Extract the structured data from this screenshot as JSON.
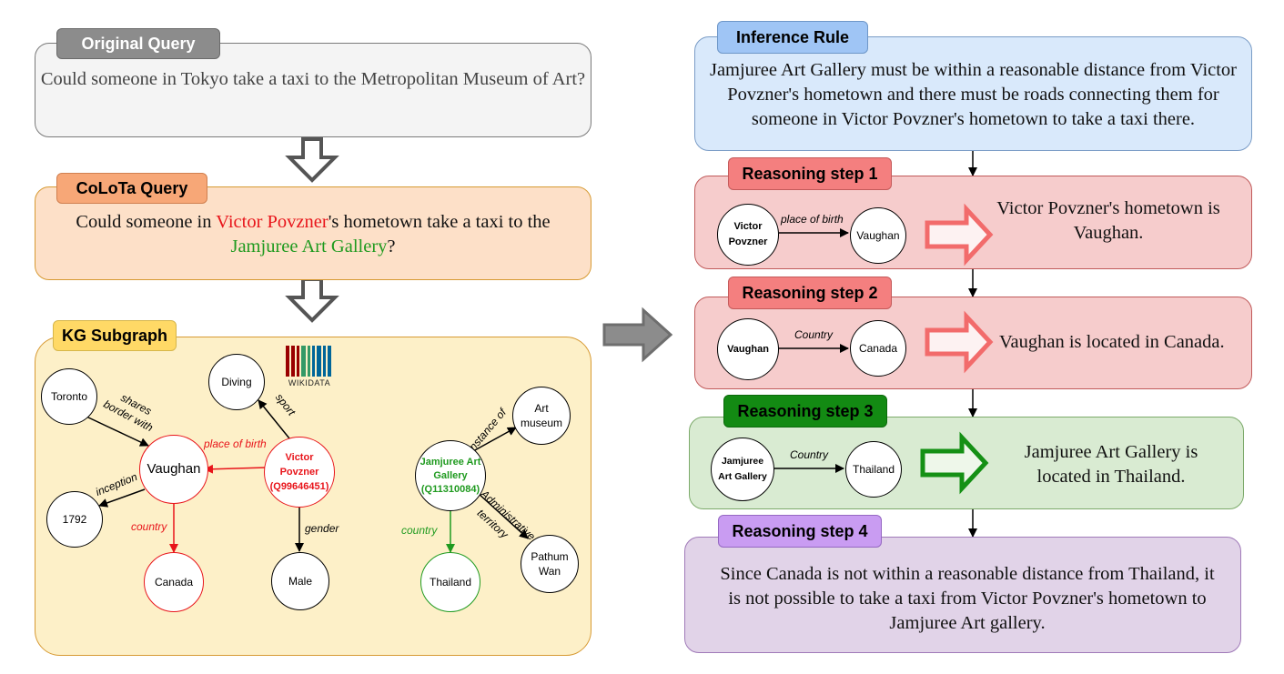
{
  "original": {
    "tag": "Original Query",
    "text": "Could someone in Tokyo take a taxi to the Metropolitan Museum of Art?"
  },
  "colota": {
    "tag": "CoLoTa Query",
    "part1": "Could someone in ",
    "entity1": "Victor Povzner",
    "part2": "'s hometown take a taxi to the ",
    "entity2": "Jamjuree Art Gallery",
    "part3": "?"
  },
  "kg": {
    "tag": "KG Subgraph",
    "logo_text": "WIKIDATA",
    "nodes": {
      "toronto": "Toronto",
      "diving": "Diving",
      "vaughan": "Vaughan",
      "victor": "Victor Povzner (Q99646451)",
      "n1792": "1792",
      "canada": "Canada",
      "male": "Male",
      "gallery": "Jamjuree Art Gallery (Q11310084)",
      "art_museum": "Art museum",
      "thailand": "Thailand",
      "pathum": "Pathum Wan"
    },
    "edges": {
      "shares_border_1": "shares",
      "shares_border_2": "border with",
      "place_of_birth": "place of birth",
      "sport": "sport",
      "inception": "inception",
      "country_red": "country",
      "gender": "gender",
      "instance_of": "instance of",
      "country_green": "country",
      "admin_1": "Administrative",
      "admin_2": "territory"
    }
  },
  "inference": {
    "tag": "Inference Rule",
    "text": "Jamjuree Art Gallery must be within a reasonable distance from Victor Povzner's hometown and there must be roads connecting them for someone in Victor Povzner's hometown to take a taxi there."
  },
  "steps": [
    {
      "tag": "Reasoning step 1",
      "from": "Victor Povzner",
      "relation": "place of birth",
      "to": "Vaughan",
      "conclusion": "Victor Povzner's hometown is Vaughan."
    },
    {
      "tag": "Reasoning step 2",
      "from": "Vaughan",
      "relation": "Country",
      "to": "Canada",
      "conclusion": "Vaughan is located in Canada."
    },
    {
      "tag": "Reasoning step 3",
      "from": "Jamjuree Art Gallery",
      "relation": "Country",
      "to": "Thailand",
      "conclusion": "Jamjuree Art Gallery is located in Thailand."
    },
    {
      "tag": "Reasoning step 4",
      "conclusion": "Since Canada is not within a reasonable distance from Thailand, it is not possible to take a taxi from Victor Povzner's hometown to Jamjuree Art gallery."
    }
  ],
  "colors": {
    "red_entity": "#e8141a",
    "green_entity": "#1f9a1f",
    "grey_box": "#f4f4f4",
    "orange_box": "#fde0c8",
    "kg_box": "#fdf0c8",
    "blue_box": "#d9e9fb",
    "red_box": "#f6cccc",
    "green_box": "#d9ebd2",
    "purple_box": "#e1d3e8"
  }
}
